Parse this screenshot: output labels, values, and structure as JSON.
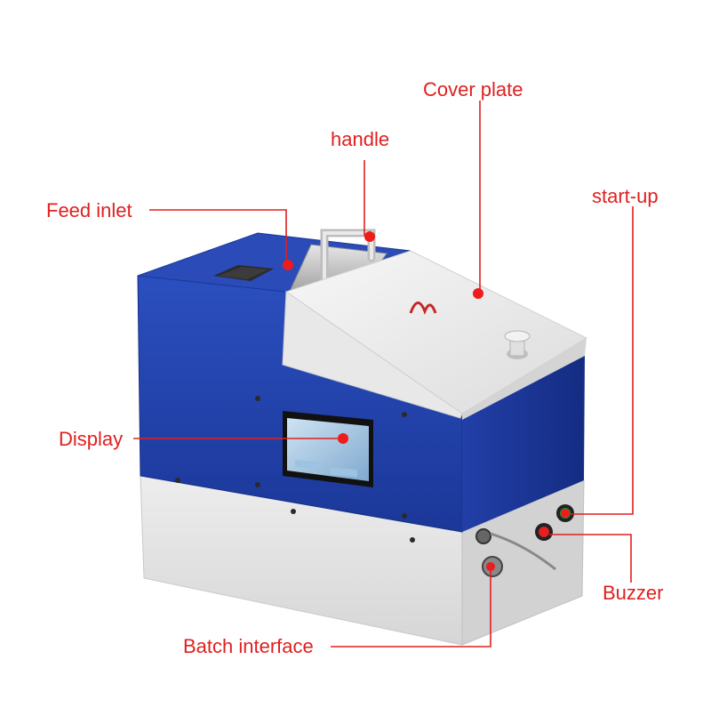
{
  "labels": {
    "cover_plate": "Cover plate",
    "handle": "handle",
    "startup": "start-up",
    "feed_inlet": "Feed inlet",
    "display": "Display",
    "buzzer": "Buzzer",
    "batch_interface": "Batch interface"
  },
  "colors": {
    "callout": "#e02020",
    "body_blue": "#1f3fa6",
    "cover_white": "#ececec",
    "base_grey": "#e4e4e4"
  }
}
